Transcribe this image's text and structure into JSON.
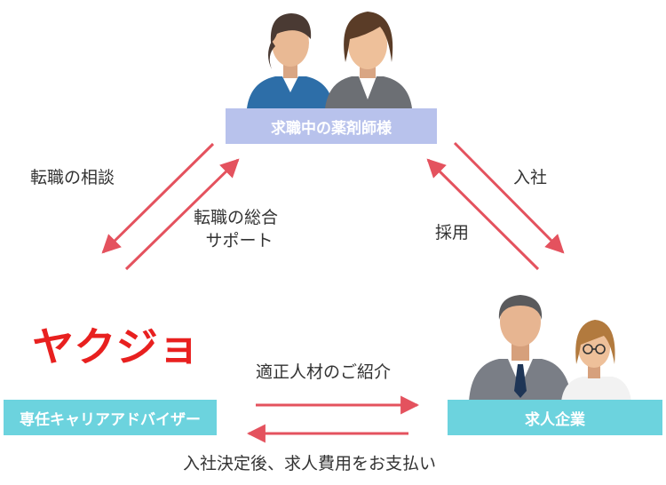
{
  "nodes": {
    "pharmacist": {
      "label": "求職中の薬剤師様",
      "color": "#b8c2ec"
    },
    "advisor": {
      "label": "専任キャリアアドバイザー",
      "color": "#6cd3de"
    },
    "company": {
      "label": "求人企業",
      "color": "#6cd3de"
    }
  },
  "logo": {
    "text": "ヤクジョ",
    "color": "#e8201f"
  },
  "edges": {
    "consult": "転職の相談",
    "support_line1": "転職の総合",
    "support_line2": "サポート",
    "join": "入社",
    "hire": "採用",
    "intro": "適正人材のご紹介",
    "payment": "入社決定後、求人費用をお支払い"
  },
  "colors": {
    "arrow": "#e4525e"
  },
  "icons": [
    "people-pharmacists-icon",
    "people-company-icon"
  ]
}
